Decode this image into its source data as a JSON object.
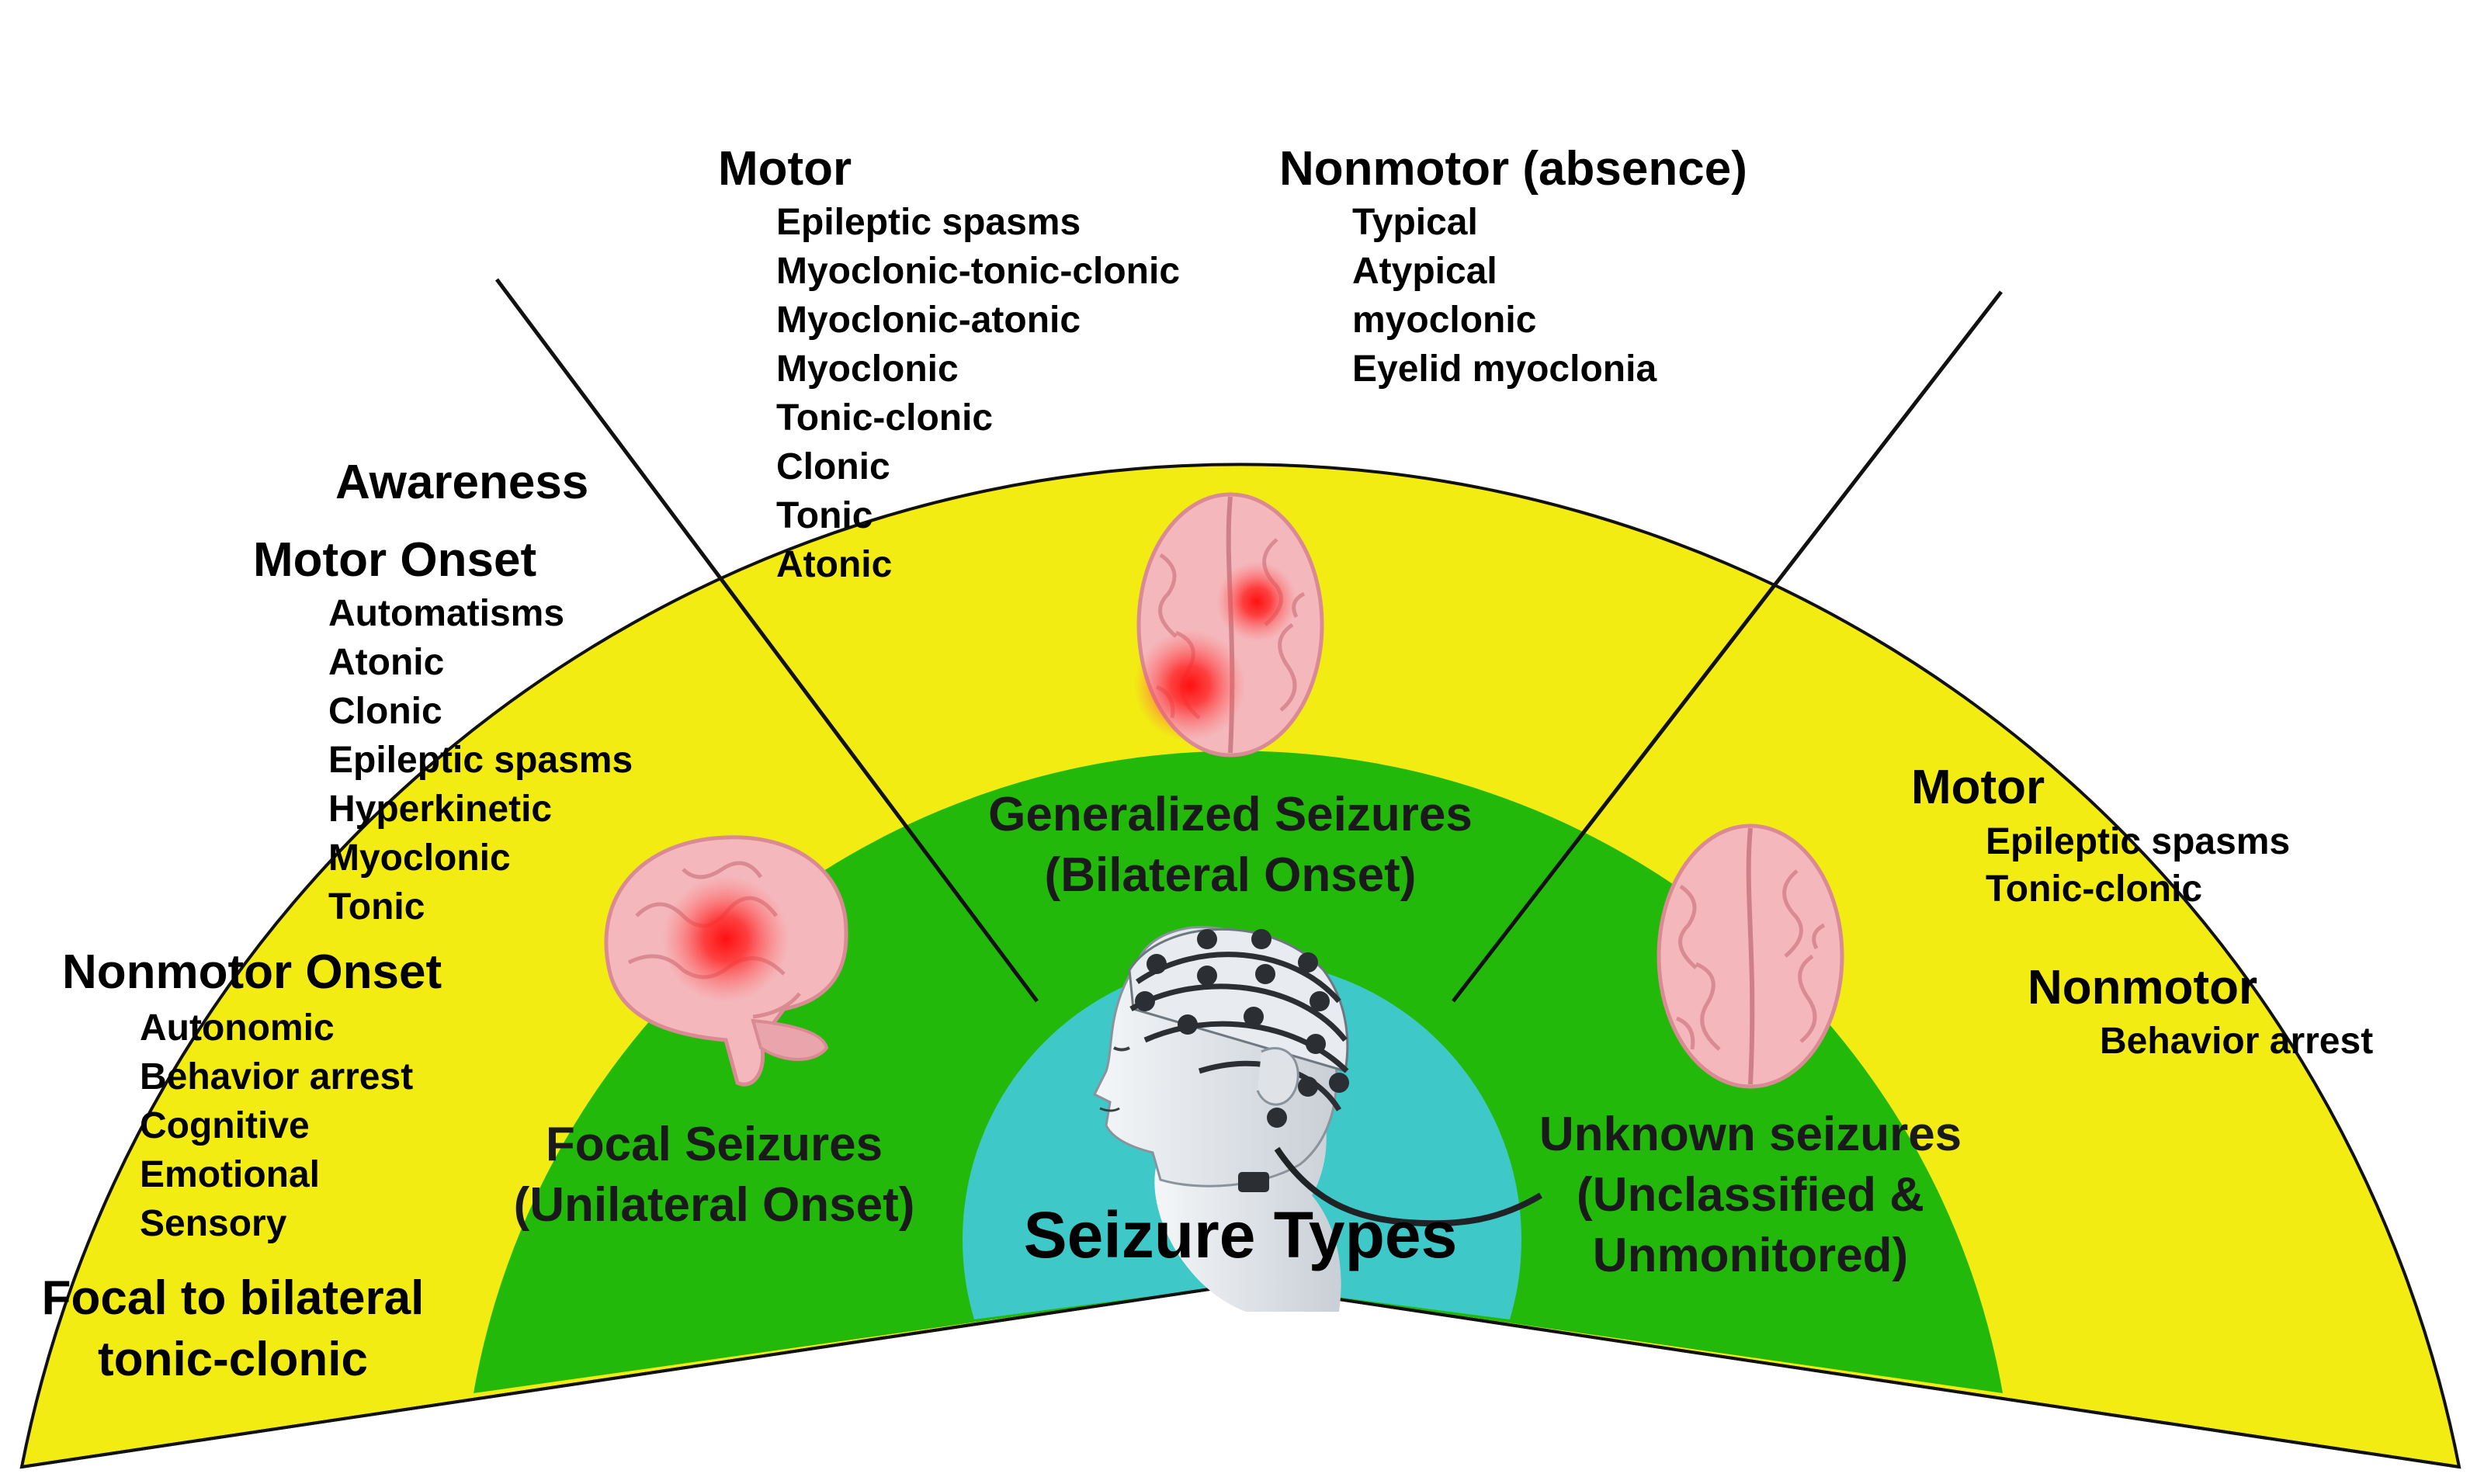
{
  "center": {
    "title": "Seizure Types"
  },
  "categories": {
    "focal": {
      "line1": "Focal Seizures",
      "line2": "(Unilateral Onset)"
    },
    "generalized": {
      "line1": "Generalized Seizures",
      "line2": "(Bilateral Onset)"
    },
    "unknown": {
      "line1": "Unknown seizures",
      "line2": "(Unclassified &",
      "line3": "Unmonitored)"
    }
  },
  "focal_details": {
    "awareness": "Awareness",
    "motor_onset": {
      "heading": "Motor Onset",
      "items": [
        "Automatisms",
        "Atonic",
        "Clonic",
        "Epileptic spasms",
        "Hyperkinetic",
        "Myoclonic",
        "Tonic"
      ]
    },
    "nonmotor_onset": {
      "heading": "Nonmotor Onset",
      "items": [
        "Autonomic",
        "Behavior arrest",
        "Cognitive",
        "Emotional",
        "Sensory"
      ]
    },
    "bilateral": {
      "line1": "Focal to bilateral",
      "line2": "tonic-clonic"
    }
  },
  "generalized_details": {
    "motor": {
      "heading": "Motor",
      "items": [
        "Epileptic spasms",
        "Myoclonic-tonic-clonic",
        "Myoclonic-atonic",
        "Myoclonic",
        "Tonic-clonic",
        "Clonic",
        "Tonic",
        "Atonic"
      ]
    },
    "nonmotor": {
      "heading": "Nonmotor (absence)",
      "items": [
        "Typical",
        "Atypical",
        "myoclonic",
        "Eyelid myoclonia"
      ]
    }
  },
  "unknown_details": {
    "motor": {
      "heading": "Motor",
      "items": [
        "Epileptic spasms",
        "Tonic-clonic"
      ]
    },
    "nonmotor": {
      "heading": "Nonmotor",
      "items": [
        "Behavior arrest"
      ]
    }
  },
  "colors": {
    "outer_ring": "#f2ec12",
    "middle_ring": "#22b90a",
    "center": "#3fc8c8",
    "brain": "#f4b8bc",
    "brain_fold": "#d98a92",
    "focus": "#ff1a1a",
    "outline": "#111111"
  }
}
